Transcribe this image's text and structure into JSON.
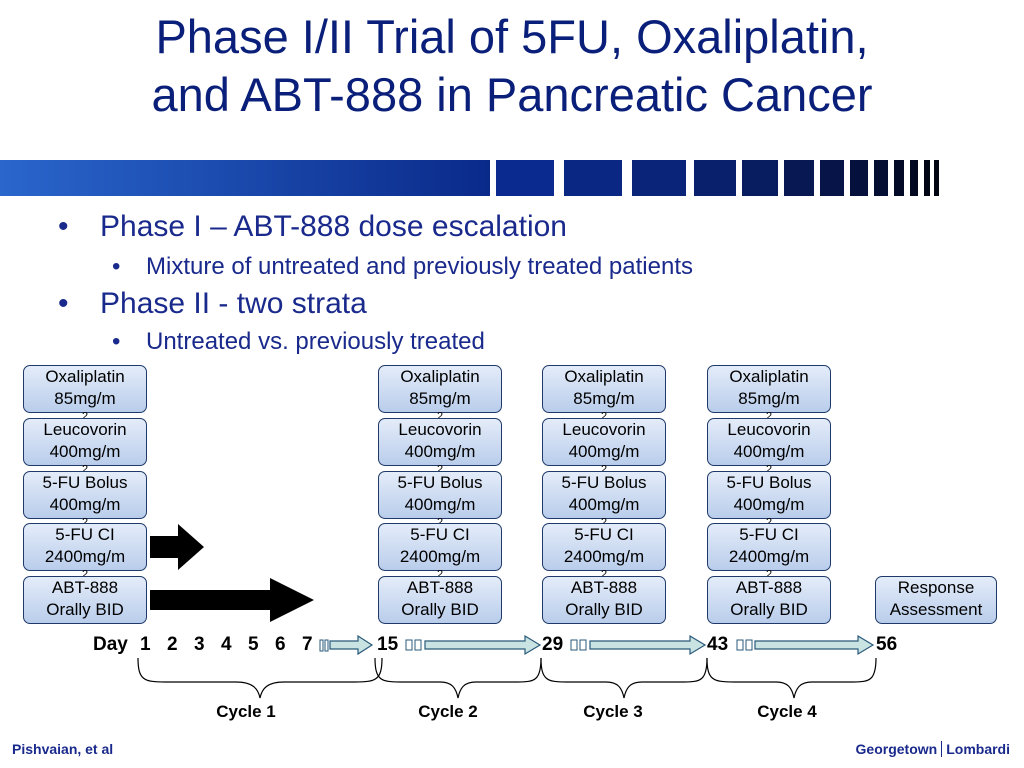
{
  "slide": {
    "title_line1": "Phase I/II Trial of 5FU, Oxaliplatin,",
    "title_line2": "and ABT-888 in Pancreatic Cancer"
  },
  "bullets": [
    {
      "level": 1,
      "text": "Phase I – ABT-888 dose escalation"
    },
    {
      "level": 2,
      "text": "Mixture of untreated and previously treated patients"
    },
    {
      "level": 1,
      "text": "Phase II - two strata"
    },
    {
      "level": 2,
      "text": "Untreated vs. previously treated"
    }
  ],
  "drugs": {
    "oxaliplatin": {
      "name": "Oxaliplatin",
      "dose": "85mg/m",
      "sup": "2"
    },
    "leucovorin": {
      "name": "Leucovorin",
      "dose": "400mg/m",
      "sup": "2"
    },
    "fu_bolus": {
      "name": "5-FU Bolus",
      "dose": "400mg/m",
      "sup": "2"
    },
    "fu_ci": {
      "name": "5-FU CI",
      "dose": "2400mg/m",
      "sup": "2"
    },
    "abt": {
      "name": "ABT-888",
      "dose": "Orally BID"
    }
  },
  "response": {
    "line1": "Response",
    "line2": "Assessment"
  },
  "days": {
    "label": "Day",
    "early": [
      "1",
      "2",
      "3",
      "4",
      "5",
      "6",
      "7"
    ],
    "cycle_starts": [
      "15",
      "29",
      "43",
      "56"
    ]
  },
  "cycles": [
    "Cycle 1",
    "Cycle 2",
    "Cycle 3",
    "Cycle 4"
  ],
  "footer": {
    "left": "Pishvaian, et al",
    "right_a": "Georgetown",
    "right_b": "Lombardi"
  },
  "colors": {
    "title": "#0a1f7a",
    "band": "#0a2a8a",
    "bullet": "#1a2a8c",
    "box_border": "#1f3a6a",
    "timeline_arrow": "#c9e3e3"
  }
}
